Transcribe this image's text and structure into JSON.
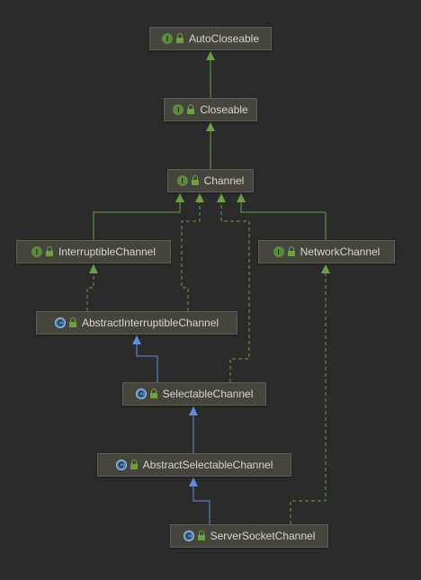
{
  "colors": {
    "background": "#2b2b2b",
    "interface_edge": "#6a9f48",
    "class_edge": "#5e8fd8",
    "interface_badge": "#5b8c3a",
    "class_badge": "#4c7fb0",
    "node_fill": "#45453e",
    "label": "#d7d7cf"
  },
  "nodes": [
    {
      "id": "AutoCloseable",
      "label": "AutoCloseable",
      "kind": "interface",
      "badge_letter": "I",
      "icon": "interface-icon"
    },
    {
      "id": "Closeable",
      "label": "Closeable",
      "kind": "interface",
      "badge_letter": "I",
      "icon": "interface-icon"
    },
    {
      "id": "Channel",
      "label": "Channel",
      "kind": "interface",
      "badge_letter": "I",
      "icon": "interface-icon"
    },
    {
      "id": "InterruptibleChannel",
      "label": "InterruptibleChannel",
      "kind": "interface",
      "badge_letter": "I",
      "icon": "interface-icon"
    },
    {
      "id": "NetworkChannel",
      "label": "NetworkChannel",
      "kind": "interface",
      "badge_letter": "I",
      "icon": "interface-icon"
    },
    {
      "id": "AbstractInterruptibleChannel",
      "label": "AbstractInterruptibleChannel",
      "kind": "abstract-class",
      "badge_letter": "C",
      "icon": "abstract-class-icon"
    },
    {
      "id": "SelectableChannel",
      "label": "SelectableChannel",
      "kind": "abstract-class",
      "badge_letter": "C",
      "icon": "abstract-class-icon"
    },
    {
      "id": "AbstractSelectableChannel",
      "label": "AbstractSelectableChannel",
      "kind": "abstract-class",
      "badge_letter": "C",
      "icon": "abstract-class-icon"
    },
    {
      "id": "ServerSocketChannel",
      "label": "ServerSocketChannel",
      "kind": "abstract-class",
      "badge_letter": "C",
      "icon": "abstract-class-icon"
    }
  ],
  "edges": [
    {
      "from": "Closeable",
      "to": "AutoCloseable",
      "type": "extends-interface"
    },
    {
      "from": "Channel",
      "to": "Closeable",
      "type": "extends-interface"
    },
    {
      "from": "InterruptibleChannel",
      "to": "Channel",
      "type": "extends-interface"
    },
    {
      "from": "NetworkChannel",
      "to": "Channel",
      "type": "extends-interface"
    },
    {
      "from": "AbstractInterruptibleChannel",
      "to": "Channel",
      "type": "implements"
    },
    {
      "from": "AbstractInterruptibleChannel",
      "to": "InterruptibleChannel",
      "type": "implements"
    },
    {
      "from": "SelectableChannel",
      "to": "Channel",
      "type": "implements"
    },
    {
      "from": "SelectableChannel",
      "to": "AbstractInterruptibleChannel",
      "type": "extends-class"
    },
    {
      "from": "AbstractSelectableChannel",
      "to": "SelectableChannel",
      "type": "extends-class"
    },
    {
      "from": "ServerSocketChannel",
      "to": "AbstractSelectableChannel",
      "type": "extends-class"
    },
    {
      "from": "ServerSocketChannel",
      "to": "NetworkChannel",
      "type": "implements"
    }
  ]
}
